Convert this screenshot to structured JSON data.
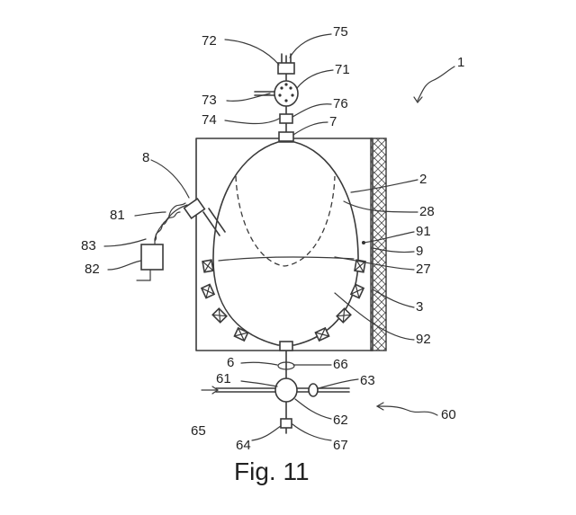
{
  "caption": "Fig. 11",
  "labels": {
    "l1": "1",
    "l2": "2",
    "l3": "3",
    "l6": "6",
    "l7": "7",
    "l8": "8",
    "l9": "9",
    "l27": "27",
    "l28": "28",
    "l60": "60",
    "l61": "61",
    "l62": "62",
    "l63": "63",
    "l64": "64",
    "l65": "65",
    "l66": "66",
    "l67": "67",
    "l71": "71",
    "l72": "72",
    "l73": "73",
    "l74": "74",
    "l75": "75",
    "l76": "76",
    "l81": "81",
    "l82": "82",
    "l83": "83",
    "l91": "91",
    "l92": "92"
  }
}
